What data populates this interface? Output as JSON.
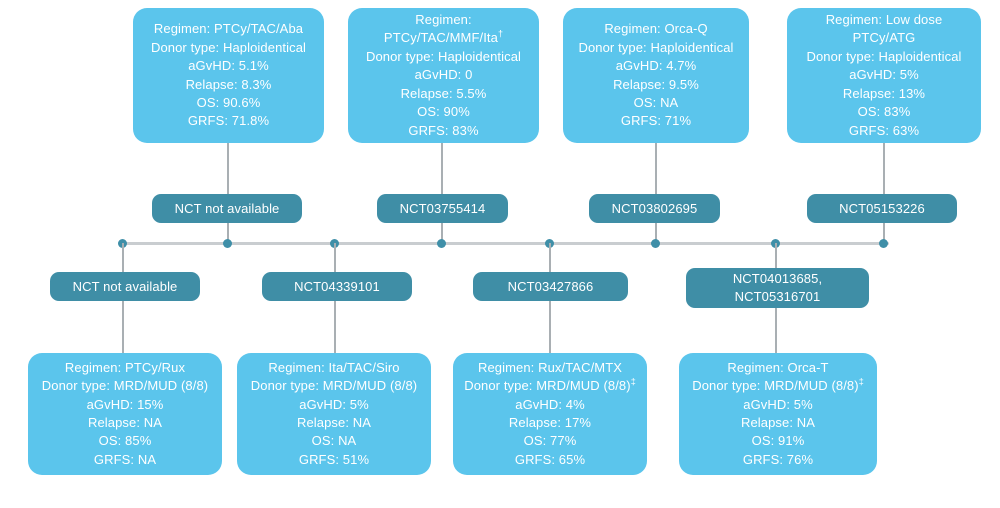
{
  "diagram": {
    "title": "GvHD prophylaxis regimen trials timeline",
    "colors": {
      "card_fill": "#5bc5ec",
      "pill_fill": "#3f8ea6",
      "axis": "#c9cdd0",
      "dot": "#3f8fa8",
      "stem": "#a9afb3",
      "text": "#ffffff"
    }
  },
  "top_cards": [
    {
      "regimen_label": "Regimen: PTCy/TAC/Aba",
      "donor": "Donor type: Haploidentical",
      "agvhd": "aGvHD: 5.1%",
      "relapse": "Relapse: 8.3%",
      "os": "OS: 90.6%",
      "grfs": "GRFS: 71.8%"
    },
    {
      "regimen_label": "Regimen:",
      "regimen_label2": "PTCy/TAC/MMF/Ita",
      "regimen_dagger": "†",
      "donor": "Donor type: Haploidentical",
      "agvhd": "aGvHD: 0",
      "relapse": "Relapse: 5.5%",
      "os": "OS: 90%",
      "grfs": "GRFS: 83%"
    },
    {
      "regimen_label": "Regimen: Orca-Q",
      "donor": "Donor type: Haploidentical",
      "agvhd": "aGvHD: 4.7%",
      "relapse": "Relapse: 9.5%",
      "os": "OS: NA",
      "grfs": "GRFS: 71%"
    },
    {
      "regimen_label": "Regimen: Low dose",
      "regimen_label2": "PTCy/ATG",
      "donor": "Donor type: Haploidentical",
      "agvhd": "aGvHD: 5%",
      "relapse": "Relapse: 13%",
      "os": "OS: 83%",
      "grfs": "GRFS: 63%"
    }
  ],
  "top_pills": [
    {
      "label": "NCT not available"
    },
    {
      "label": "NCT03755414"
    },
    {
      "label": "NCT03802695"
    },
    {
      "label": "NCT05153226"
    }
  ],
  "bottom_pills": [
    {
      "label": "NCT not available",
      "label2": ""
    },
    {
      "label": "NCT04339101",
      "label2": ""
    },
    {
      "label": "NCT03427866",
      "label2": ""
    },
    {
      "label": "NCT04013685,",
      "label2": "NCT05316701"
    }
  ],
  "bottom_cards": [
    {
      "regimen_label": "Regimen: PTCy/Rux",
      "donor": "Donor type: MRD/MUD (8/8)",
      "donor_dagger": "",
      "agvhd": "aGvHD: 15%",
      "relapse": "Relapse: NA",
      "os": "OS: 85%",
      "grfs": "GRFS: NA"
    },
    {
      "regimen_label": "Regimen: Ita/TAC/Siro",
      "donor": "Donor type: MRD/MUD (8/8)",
      "donor_dagger": "",
      "agvhd": "aGvHD: 5%",
      "relapse": "Relapse: NA",
      "os": "OS: NA",
      "grfs": "GRFS: 51%"
    },
    {
      "regimen_label": "Regimen: Rux/TAC/MTX",
      "donor": "Donor type: MRD/MUD (8/8)",
      "donor_dagger": "‡",
      "agvhd": "aGvHD: 4%",
      "relapse": "Relapse: 17%",
      "os": "OS: 77%",
      "grfs": "GRFS: 65%"
    },
    {
      "regimen_label": "Regimen: Orca-T",
      "donor": "Donor type:  MRD/MUD (8/8)",
      "donor_dagger": "‡",
      "agvhd": "aGvHD: 5%",
      "relapse": "Relapse: NA",
      "os": "OS: 91%",
      "grfs": "GRFS: 76%"
    }
  ],
  "axis": {
    "dot_count": 8
  }
}
